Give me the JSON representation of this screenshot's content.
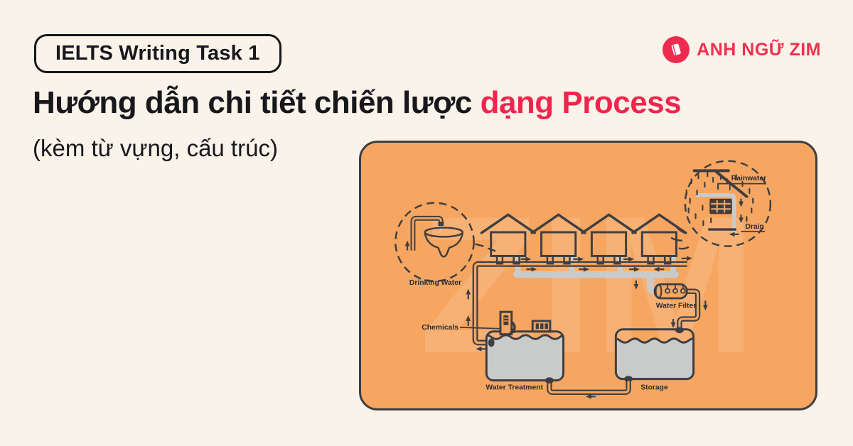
{
  "badge": {
    "label": "IELTS Writing Task 1"
  },
  "logo": {
    "brand": "ANH NGỮ ZIM"
  },
  "title": {
    "part_black": "Hướng dẫn chi tiết chiến lược ",
    "part_red": "dạng Process"
  },
  "subtitle": "(kèm từ vựng, cấu trúc)",
  "diagram": {
    "watermark": "ZIM",
    "labels": {
      "drinking_water": "Drinking Water",
      "rainwater": "Rainwater",
      "drain": "Drain",
      "water_filter": "Water Filter",
      "chemicals": "Chemicals",
      "water_treatment": "Water Treatment",
      "storage": "Storage"
    }
  },
  "colors": {
    "background": "#FAF3EA",
    "panel_orange": "#F6A660",
    "line_dark": "#3E3E42",
    "pipe_gray": "#C9CBCB",
    "accent_red": "#F0254D",
    "text_black": "#17171C"
  }
}
